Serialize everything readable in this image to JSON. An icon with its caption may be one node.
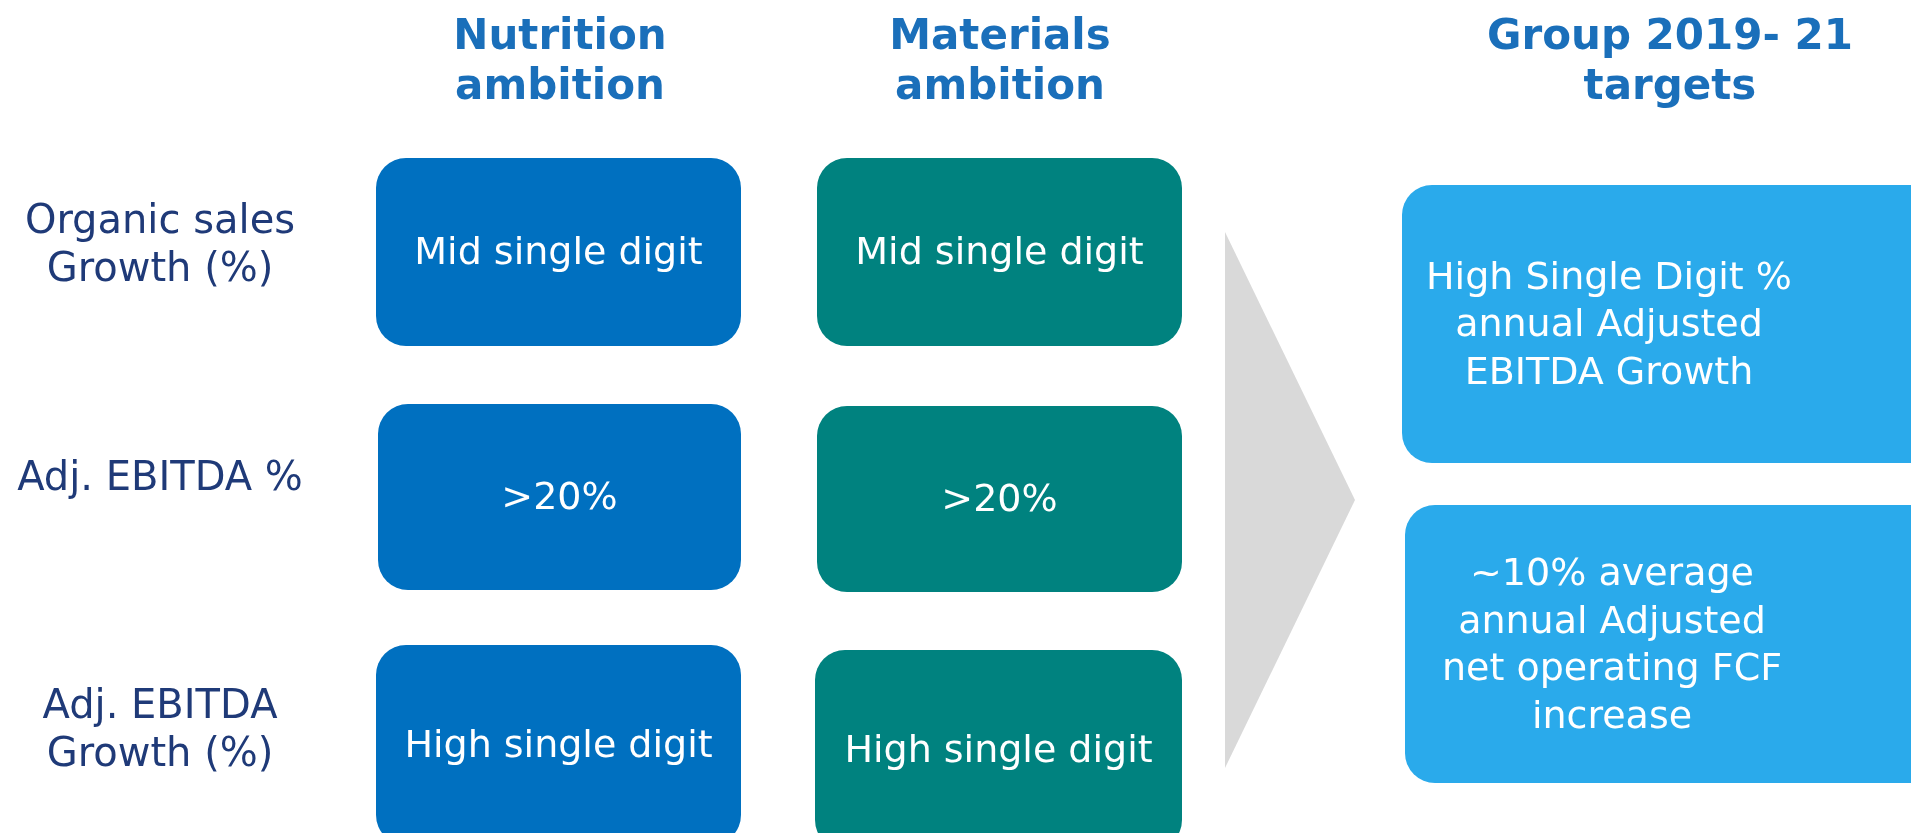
{
  "diagram": {
    "nodes": [
      {
        "text": [
          "Mid single digit"
        ]
      },
      {
        "text": [
          "Mid single digit"
        ]
      },
      {
        "text": [
          "High Single Digit % annual Adjusted EBITDA Growth"
        ]
      },
      {
        "text": [
          ">20%"
        ]
      },
      {
        "text": [
          ">20%"
        ]
      },
      {
        "text": [
          "~10% average annual Adjusted net operating FCF increase"
        ]
      },
      {
        "text": [
          "High single digit"
        ]
      },
      {
        "text": [
          "High single digit"
        ]
      }
    ],
    "labels": [
      "Nutrition ambition",
      "Materials ambition",
      "Group 2019- 21 targets",
      "Organic sales Growth (%)",
      "Adj. EBITDA %",
      "Adj. EBITDA Growth (%)"
    ]
  }
}
